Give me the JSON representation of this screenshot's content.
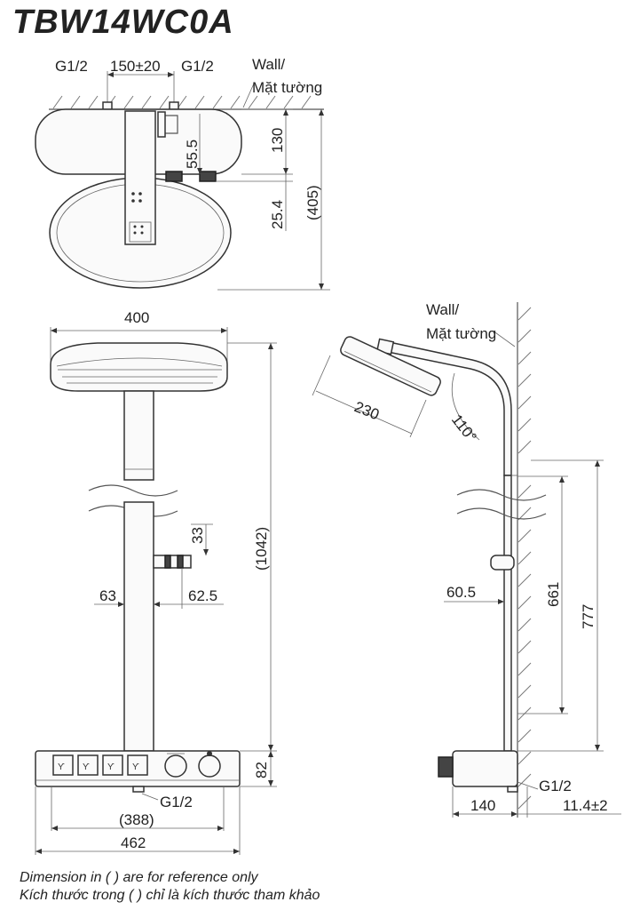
{
  "title": "TBW14WC0A",
  "top_view": {
    "labels": {
      "left_conn": "G1/2",
      "spacing": "150±20",
      "right_conn": "G1/2",
      "wall_en": "Wall/",
      "wall_vi": "Mặt tường",
      "dim_130": "130",
      "dim_55_5": "55.5",
      "dim_25_4": "25.4",
      "dim_405": "(405)"
    }
  },
  "front_view": {
    "labels": {
      "width_400": "400",
      "dim_33": "33",
      "dim_1042": "(1042)",
      "dim_63": "63",
      "dim_62_5": "62.5",
      "dim_82": "82",
      "bottom_conn": "G1/2",
      "dim_388": "(388)",
      "dim_462": "462"
    }
  },
  "side_view": {
    "labels": {
      "wall_en": "Wall/",
      "wall_vi": "Mặt tường",
      "dim_230": "230",
      "angle_110": "110°",
      "dim_60_5": "60.5",
      "dim_661": "661",
      "dim_777": "777",
      "bottom_conn": "G1/2",
      "dim_140": "140",
      "dim_11_4": "11.4±2"
    }
  },
  "notes": {
    "en": "Dimension in ( ) are for reference only",
    "vi": "Kích thước trong ( ) chỉ là kích thước tham khảo"
  }
}
